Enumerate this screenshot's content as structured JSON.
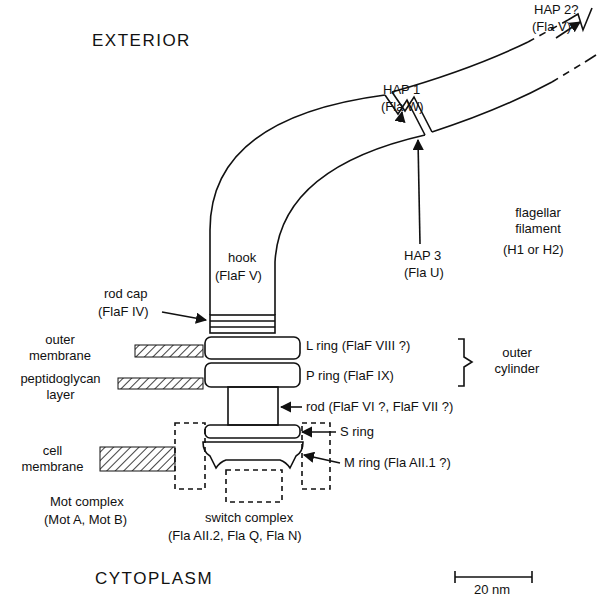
{
  "diagram": {
    "labels": [
      "EXTERIOR",
      "HAP 2?",
      "(Fla V)",
      "HAP 1",
      "(Fla W)",
      "hook",
      "(FlaF V)",
      "flagellar filament",
      "(H1 or H2)",
      "HAP 3",
      "(Fla U)",
      "rod cap",
      "(FlaF IV)",
      "outer membrane",
      "L ring (FlaF VIII ?)",
      "outer cylinder",
      "peptidoglycan layer",
      "P ring (FlaF IX)",
      "rod (FlaF VI ?, FlaF VII ?)",
      "S ring",
      "cell membrane",
      "M ring (Fla AII.1 ?)",
      "Mot complex",
      "(Mot A, Mot B)",
      "switch complex",
      "(Fla AII.2, Fla Q, Fla N)",
      "CYTOPLASM",
      "20 nm"
    ]
  }
}
